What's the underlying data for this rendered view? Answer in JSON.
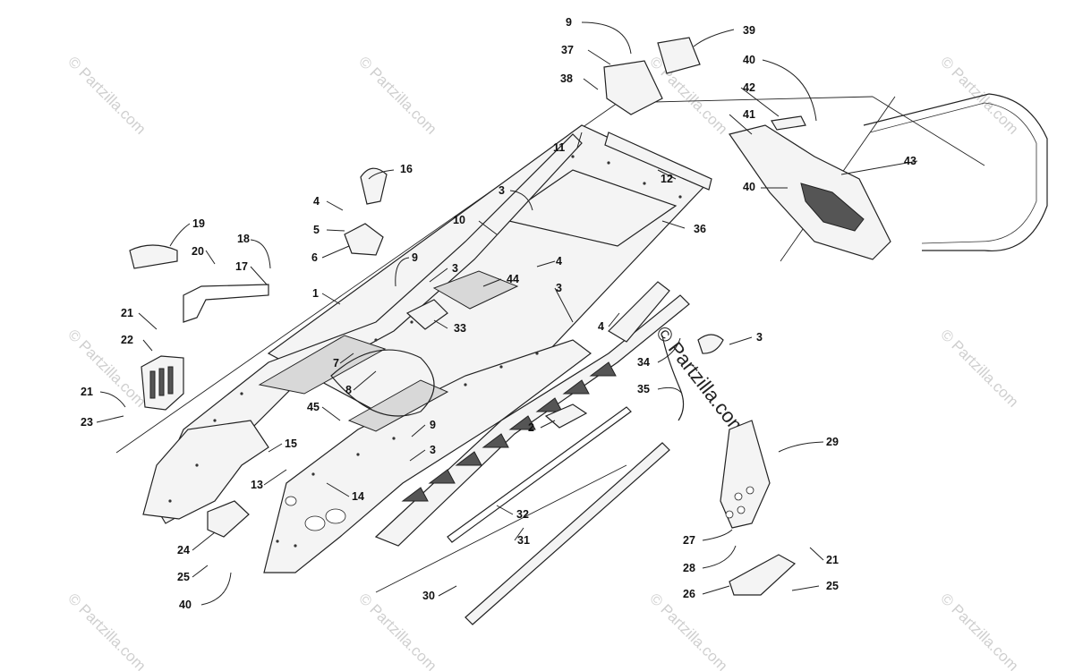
{
  "diagram": {
    "watermark_text": "© Partzilla.com",
    "callouts": [
      {
        "id": "c9a",
        "text": "9"
      },
      {
        "id": "c39",
        "text": "39"
      },
      {
        "id": "c37",
        "text": "37"
      },
      {
        "id": "c40a",
        "text": "40"
      },
      {
        "id": "c38",
        "text": "38"
      },
      {
        "id": "c42",
        "text": "42"
      },
      {
        "id": "c41",
        "text": "41"
      },
      {
        "id": "c11",
        "text": "11"
      },
      {
        "id": "c43",
        "text": "43"
      },
      {
        "id": "c16",
        "text": "16"
      },
      {
        "id": "c12",
        "text": "12"
      },
      {
        "id": "c40b",
        "text": "40"
      },
      {
        "id": "c3a",
        "text": "3"
      },
      {
        "id": "c4a",
        "text": "4"
      },
      {
        "id": "c10",
        "text": "10"
      },
      {
        "id": "c36",
        "text": "36"
      },
      {
        "id": "c19",
        "text": "19"
      },
      {
        "id": "c5",
        "text": "5"
      },
      {
        "id": "c18",
        "text": "18"
      },
      {
        "id": "c20",
        "text": "20"
      },
      {
        "id": "c6",
        "text": "6"
      },
      {
        "id": "c9b",
        "text": "9"
      },
      {
        "id": "c4b",
        "text": "4"
      },
      {
        "id": "c3b",
        "text": "3"
      },
      {
        "id": "c17",
        "text": "17"
      },
      {
        "id": "c44",
        "text": "44"
      },
      {
        "id": "c3c",
        "text": "3"
      },
      {
        "id": "c1",
        "text": "1"
      },
      {
        "id": "c21a",
        "text": "21"
      },
      {
        "id": "c33",
        "text": "33"
      },
      {
        "id": "c4c",
        "text": "4"
      },
      {
        "id": "c22",
        "text": "22"
      },
      {
        "id": "c3d",
        "text": "3"
      },
      {
        "id": "c7",
        "text": "7"
      },
      {
        "id": "c34",
        "text": "34"
      },
      {
        "id": "c8",
        "text": "8"
      },
      {
        "id": "c35",
        "text": "35"
      },
      {
        "id": "c21b",
        "text": "21"
      },
      {
        "id": "c23",
        "text": "23"
      },
      {
        "id": "c45",
        "text": "45"
      },
      {
        "id": "c9c",
        "text": "9"
      },
      {
        "id": "c2",
        "text": "2"
      },
      {
        "id": "c15",
        "text": "15"
      },
      {
        "id": "c3e",
        "text": "3"
      },
      {
        "id": "c29",
        "text": "29"
      },
      {
        "id": "c13",
        "text": "13"
      },
      {
        "id": "c14",
        "text": "14"
      },
      {
        "id": "c32",
        "text": "32"
      },
      {
        "id": "c24",
        "text": "24"
      },
      {
        "id": "c31",
        "text": "31"
      },
      {
        "id": "c27",
        "text": "27"
      },
      {
        "id": "c28",
        "text": "28"
      },
      {
        "id": "c21c",
        "text": "21"
      },
      {
        "id": "c25a",
        "text": "25"
      },
      {
        "id": "c25b",
        "text": "25"
      },
      {
        "id": "c26",
        "text": "26"
      },
      {
        "id": "c30",
        "text": "30"
      },
      {
        "id": "c40c",
        "text": "40"
      }
    ]
  }
}
